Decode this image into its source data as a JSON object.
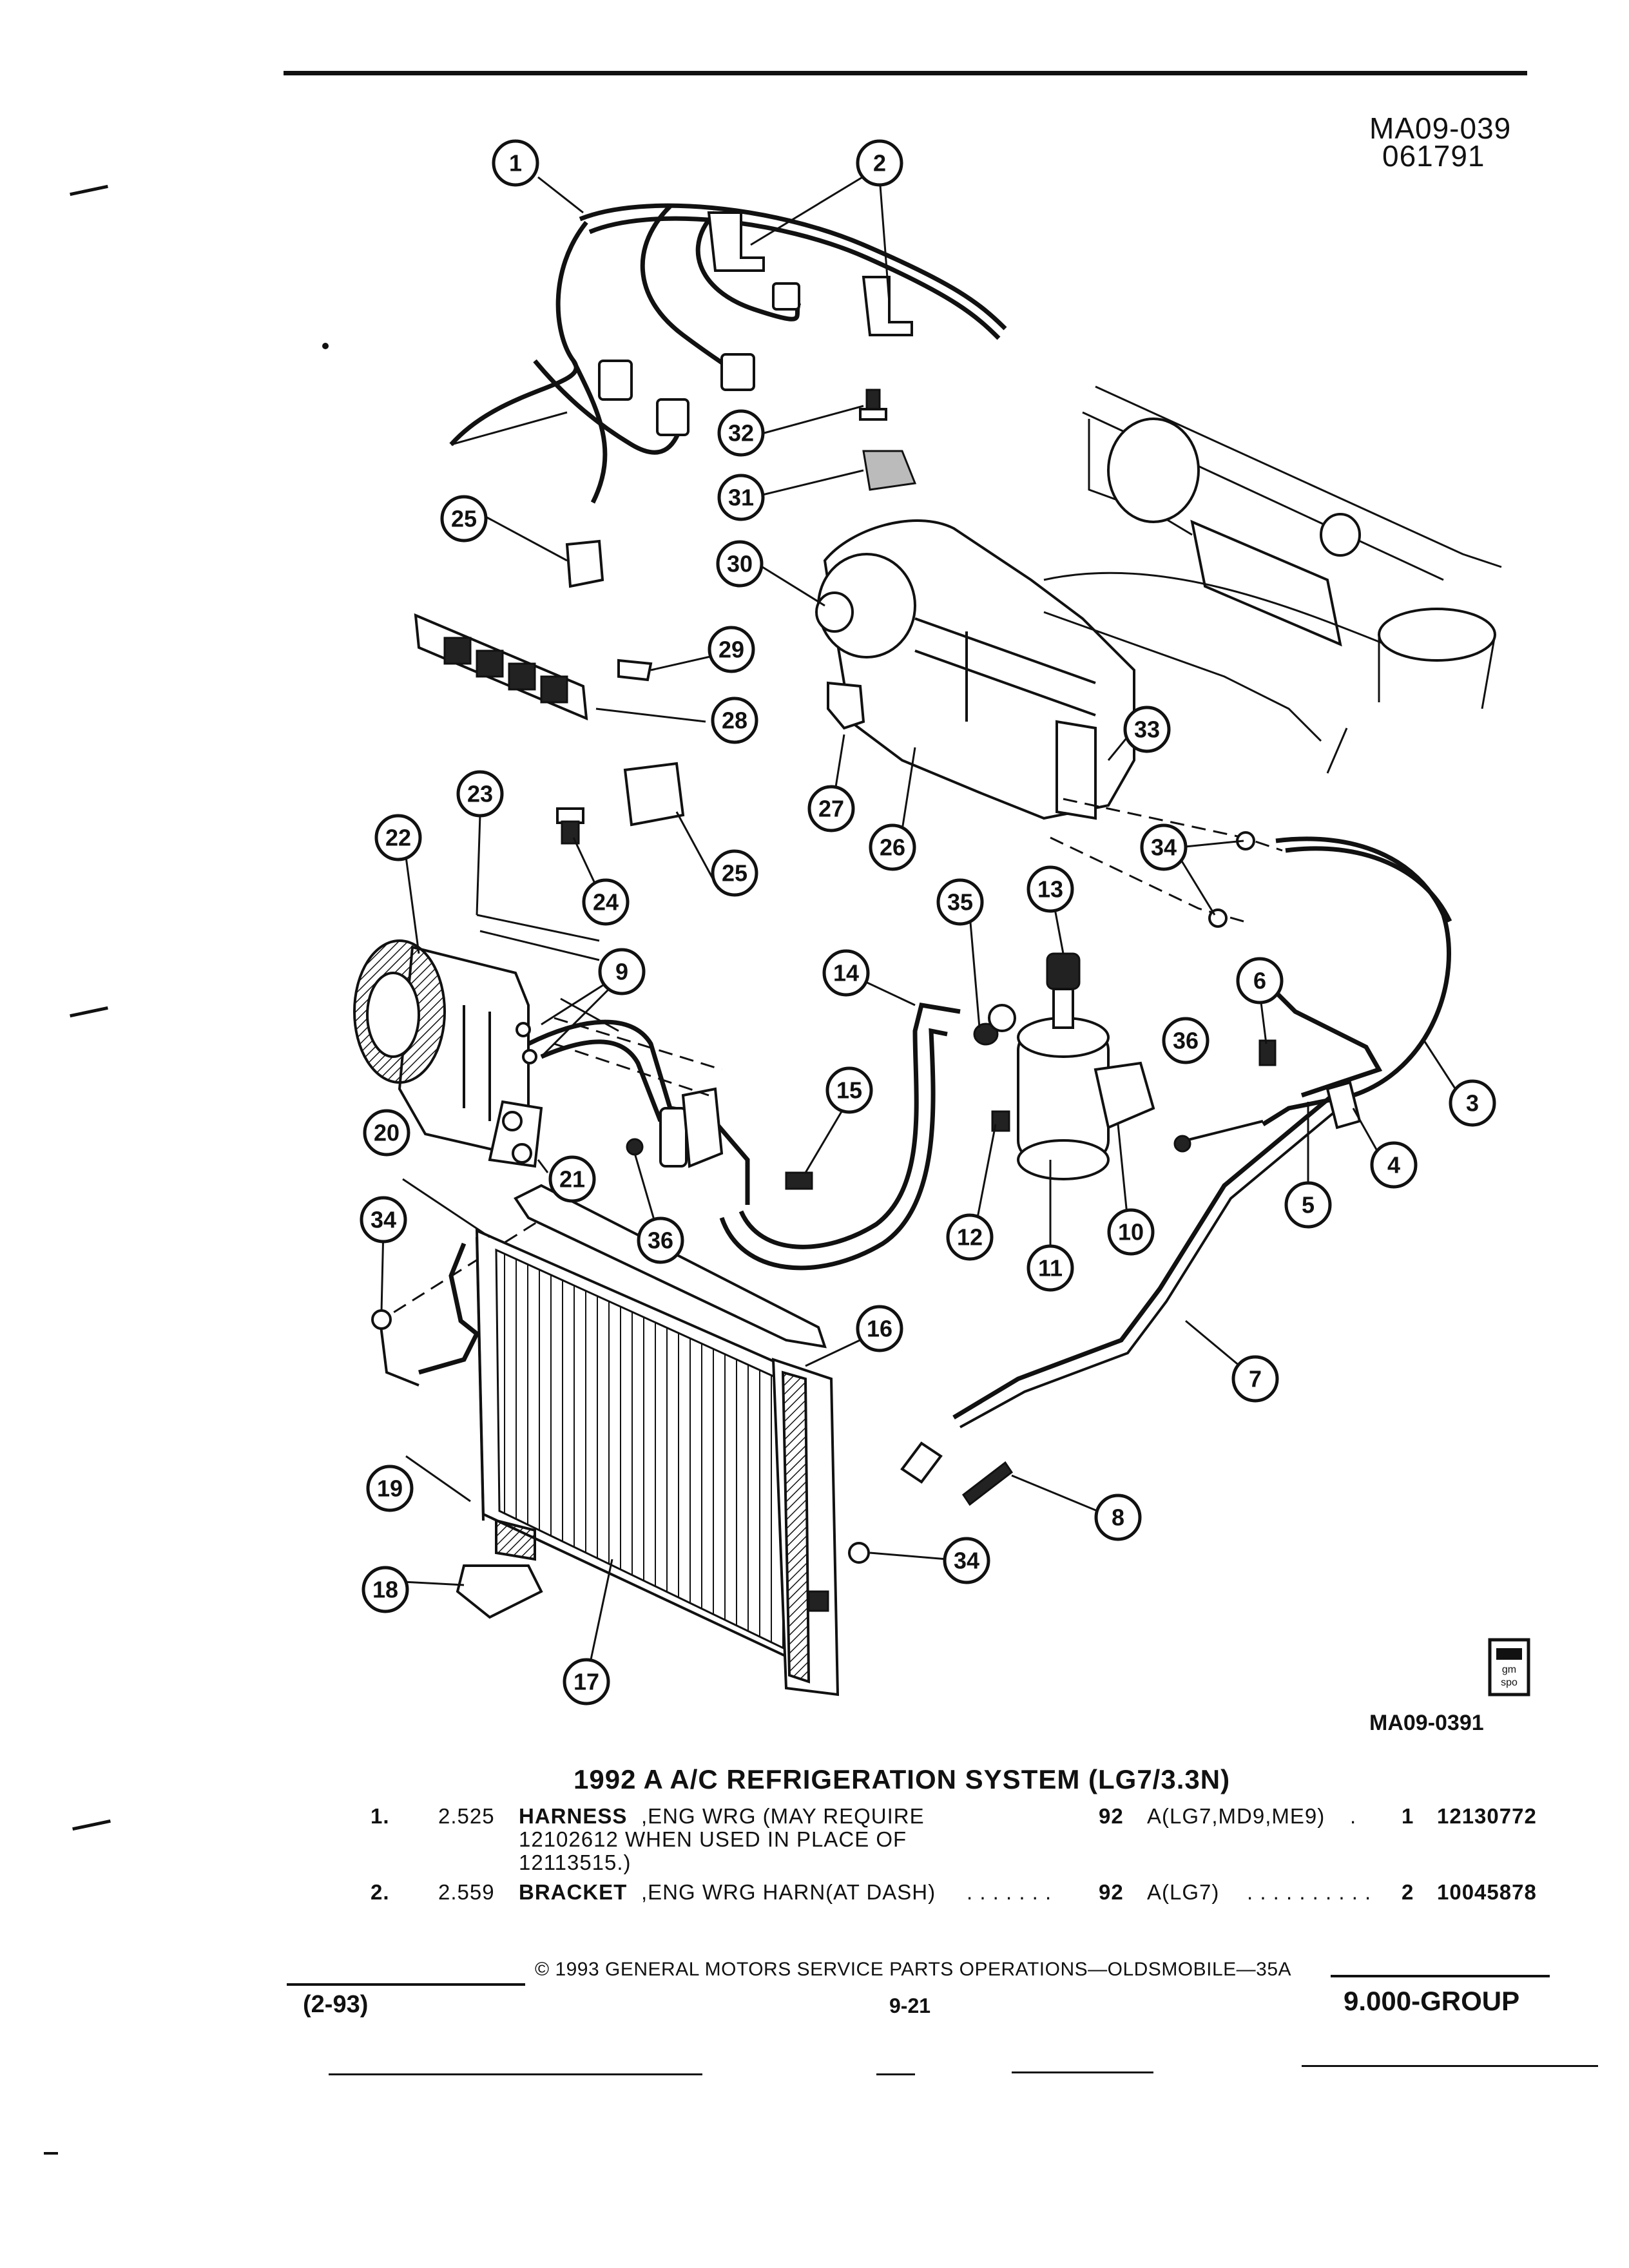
{
  "header": {
    "illustration_code": "MA09-039",
    "date_code": "061791"
  },
  "figure_code": "MA09-0391",
  "logo_text": "gm spo",
  "callouts": [
    "1",
    "2",
    "3",
    "4",
    "5",
    "6",
    "7",
    "8",
    "9",
    "10",
    "11",
    "12",
    "13",
    "14",
    "15",
    "16",
    "17",
    "18",
    "19",
    "20",
    "21",
    "22",
    "23",
    "24",
    "25",
    "25",
    "26",
    "27",
    "28",
    "29",
    "30",
    "31",
    "32",
    "33",
    "34",
    "34",
    "34",
    "35",
    "36",
    "36"
  ],
  "title": "1992 A A/C REFRIGERATION SYSTEM (LG7/3.3N)",
  "parts": [
    {
      "item": "1.",
      "group": "2.525",
      "name": "HARNESS",
      "desc": ",ENG WRG (MAY REQUIRE",
      "desc2": "12102612 WHEN USED IN PLACE OF",
      "desc3": "12113515.)",
      "year": "92",
      "usage": "A(LG7,MD9,ME9)",
      "dots": ".",
      "qty": "1",
      "part_no": "12130772"
    },
    {
      "item": "2.",
      "group": "2.559",
      "name": "BRACKET",
      "desc": ",ENG WRG HARN(AT DASH)",
      "dots1": ". . . . . . .",
      "year": "92",
      "usage": "A(LG7)",
      "dots": ". . . . . . . . . .",
      "qty": "2",
      "part_no": "10045878"
    }
  ],
  "footer": {
    "copyright": "© 1993 GENERAL MOTORS SERVICE PARTS OPERATIONS—OLDSMOBILE—35A",
    "revision": "(2-93)",
    "page": "9-21",
    "group": "9.000-GROUP"
  }
}
